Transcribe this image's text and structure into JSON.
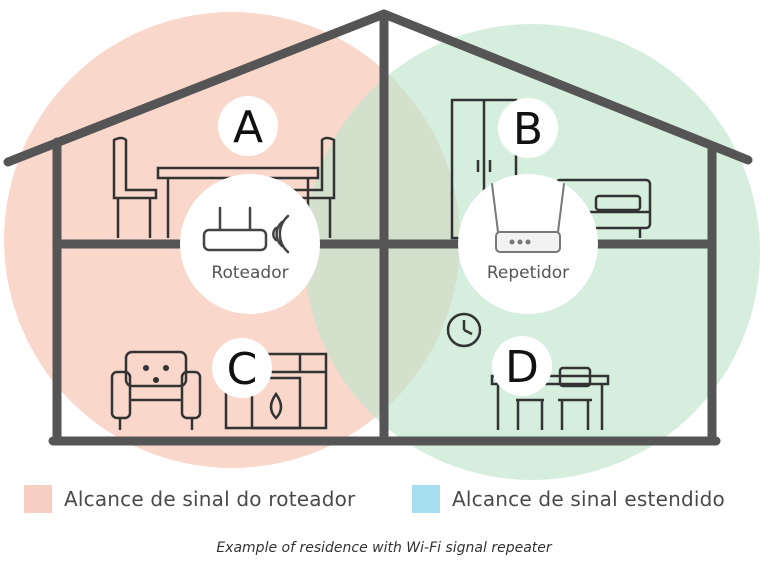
{
  "rooms": {
    "a": "A",
    "b": "B",
    "c": "C",
    "d": "D"
  },
  "devices": {
    "router_label": "Roteador",
    "repeater_label": "Repetidor"
  },
  "legend": {
    "router": {
      "label": "Alcance de sinal do roteador",
      "color": "#f7cfc2"
    },
    "repeater": {
      "label": "Alcance de sinal estendido",
      "color": "#a8dff0"
    }
  },
  "caption": "Example of residence with Wi-Fi signal repeater",
  "colors": {
    "router_zone": "#f9d3c6",
    "repeater_zone": "#cde9d8",
    "house_outline": "#555555",
    "furniture": "#333333"
  }
}
